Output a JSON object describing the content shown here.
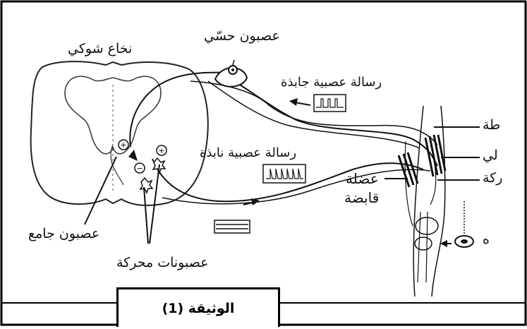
{
  "document": {
    "caption": "الوثيقة (1)"
  },
  "labels": {
    "spinal_cord": "نخاع شوكي",
    "sensory_neuron": "عصبون حسّي",
    "excitatory_message": "رسالة عصبية جابذة",
    "inhibitory_message": "رسالة عصبية نابذة",
    "flexor_muscle_line1": "عضلة",
    "flexor_muscle_line2": "قابضة",
    "interneuron": "عصبون جامع",
    "motor_neurons": "عصبونات محركة",
    "right_cut_1": "طة",
    "right_cut_2": "لي",
    "right_cut_3": "ركة",
    "right_cut_4": "ه"
  },
  "signs": {
    "plus": "+",
    "minus": "−"
  }
}
